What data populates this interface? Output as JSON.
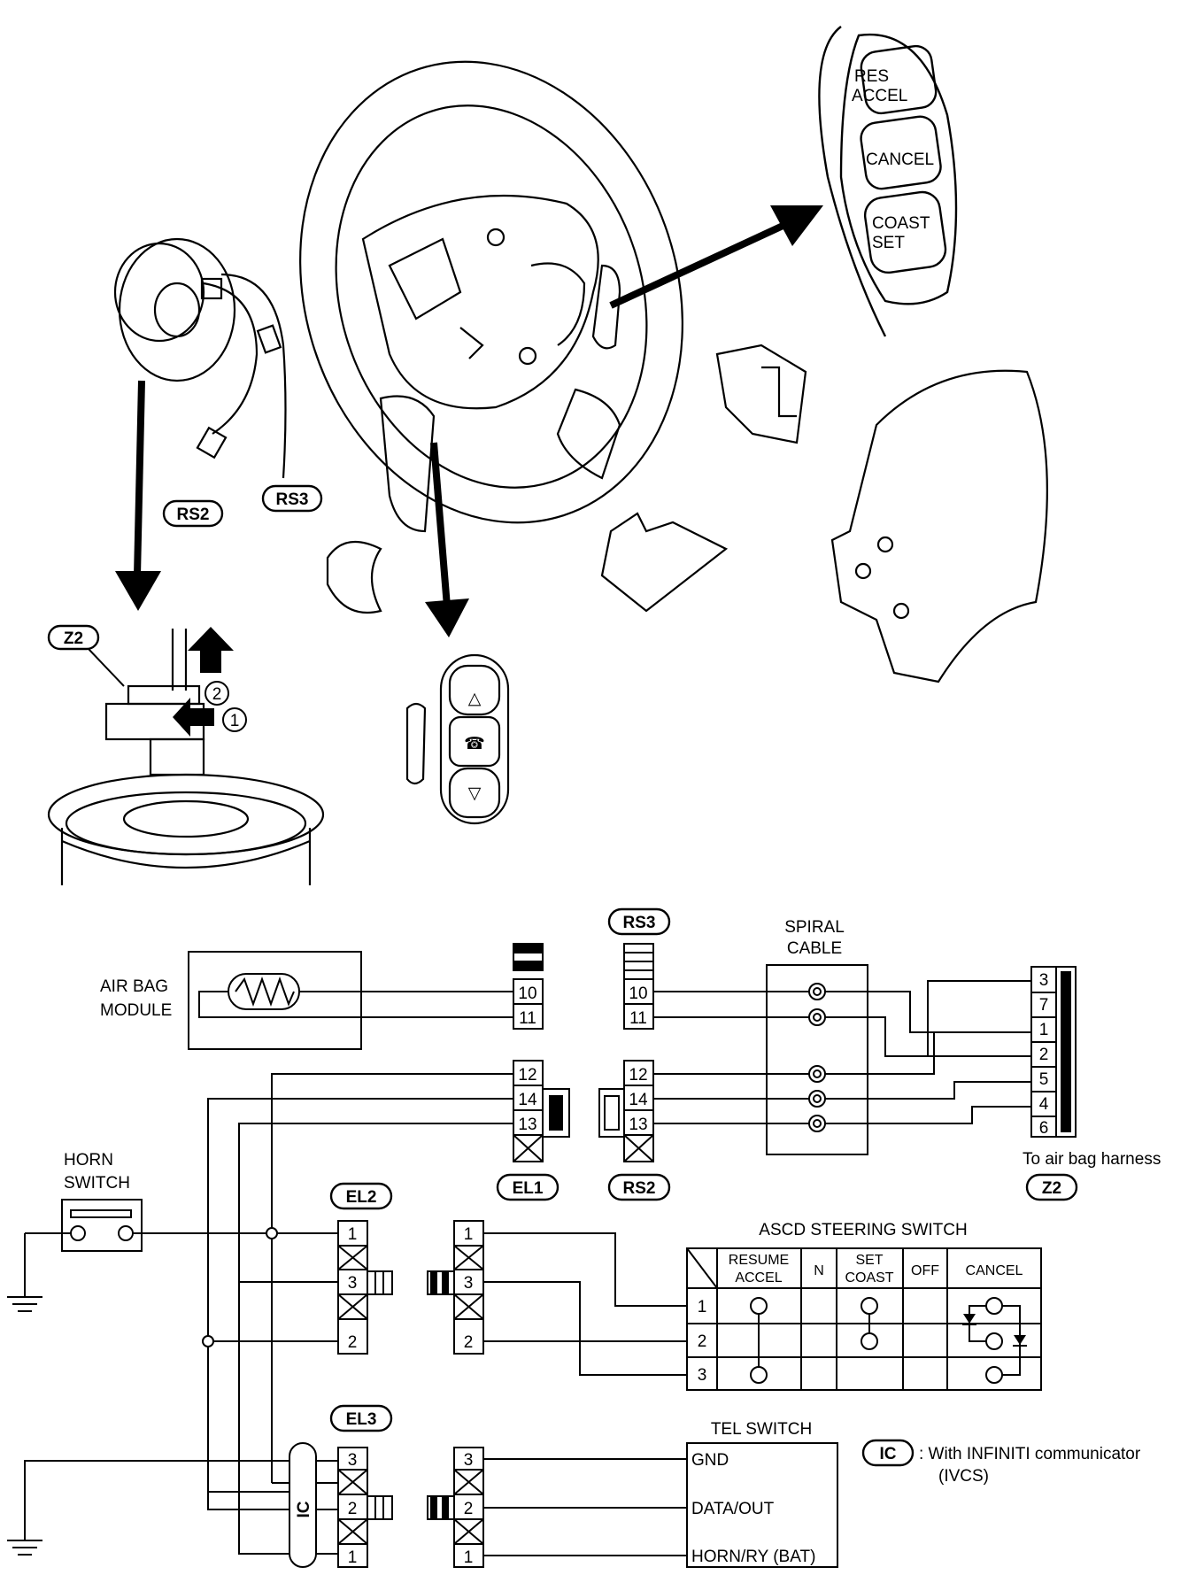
{
  "callouts": {
    "rs2": "RS2",
    "rs3": "RS3",
    "z2": "Z2",
    "step1": "1",
    "step2": "2"
  },
  "switch_pad_labels": {
    "res_accel_1": "RES",
    "res_accel_2": "ACCEL",
    "cancel": "CANCEL",
    "coast_set_1": "COAST",
    "coast_set_2": "SET"
  },
  "wiring": {
    "air_bag_module_1": "AIR BAG",
    "air_bag_module_2": "MODULE",
    "horn_switch_1": "HORN",
    "horn_switch_2": "SWITCH",
    "spiral_cable_1": "SPIRAL",
    "spiral_cable_2": "CABLE",
    "to_air_bag_harness": "To air bag harness",
    "ascd_title": "ASCD STEERING SWITCH",
    "tel_switch_title": "TEL SWITCH",
    "ic_tag": "IC",
    "ic_note_1": ": With INFINITI communicator",
    "ic_note_2": "(IVCS)",
    "connectors": {
      "rs3": "RS3",
      "rs2": "RS2",
      "el1": "EL1",
      "el2": "EL2",
      "el3": "EL3",
      "z2": "Z2"
    },
    "pins": {
      "left_10": "10",
      "left_11": "11",
      "left_12": "12",
      "left_14": "14",
      "left_13": "13",
      "right_10": "10",
      "right_11": "11",
      "right_12": "12",
      "right_14": "14",
      "right_13": "13",
      "z2_3": "3",
      "z2_7": "7",
      "z2_1": "1",
      "z2_2": "2",
      "z2_5": "5",
      "z2_4": "4",
      "z2_6": "6",
      "el2_1": "1",
      "el2_3": "3",
      "el2_2": "2",
      "el2m_1": "1",
      "el2m_3": "3",
      "el2m_2": "2",
      "el3_3": "3",
      "el3_2": "2",
      "el3_1": "1",
      "el3m_3": "3",
      "el3m_2": "2",
      "el3m_1": "1"
    },
    "ascd_table": {
      "h_resume_1": "RESUME",
      "h_resume_2": "ACCEL",
      "h_n": "N",
      "h_set_1": "SET",
      "h_set_2": "COAST",
      "h_off": "OFF",
      "h_cancel": "CANCEL",
      "row_1": "1",
      "row_2": "2",
      "row_3": "3"
    },
    "tel_switch": {
      "gnd": "GND",
      "data_out": "DATA/OUT",
      "horn_ry": "HORN/RY (BAT)"
    }
  }
}
